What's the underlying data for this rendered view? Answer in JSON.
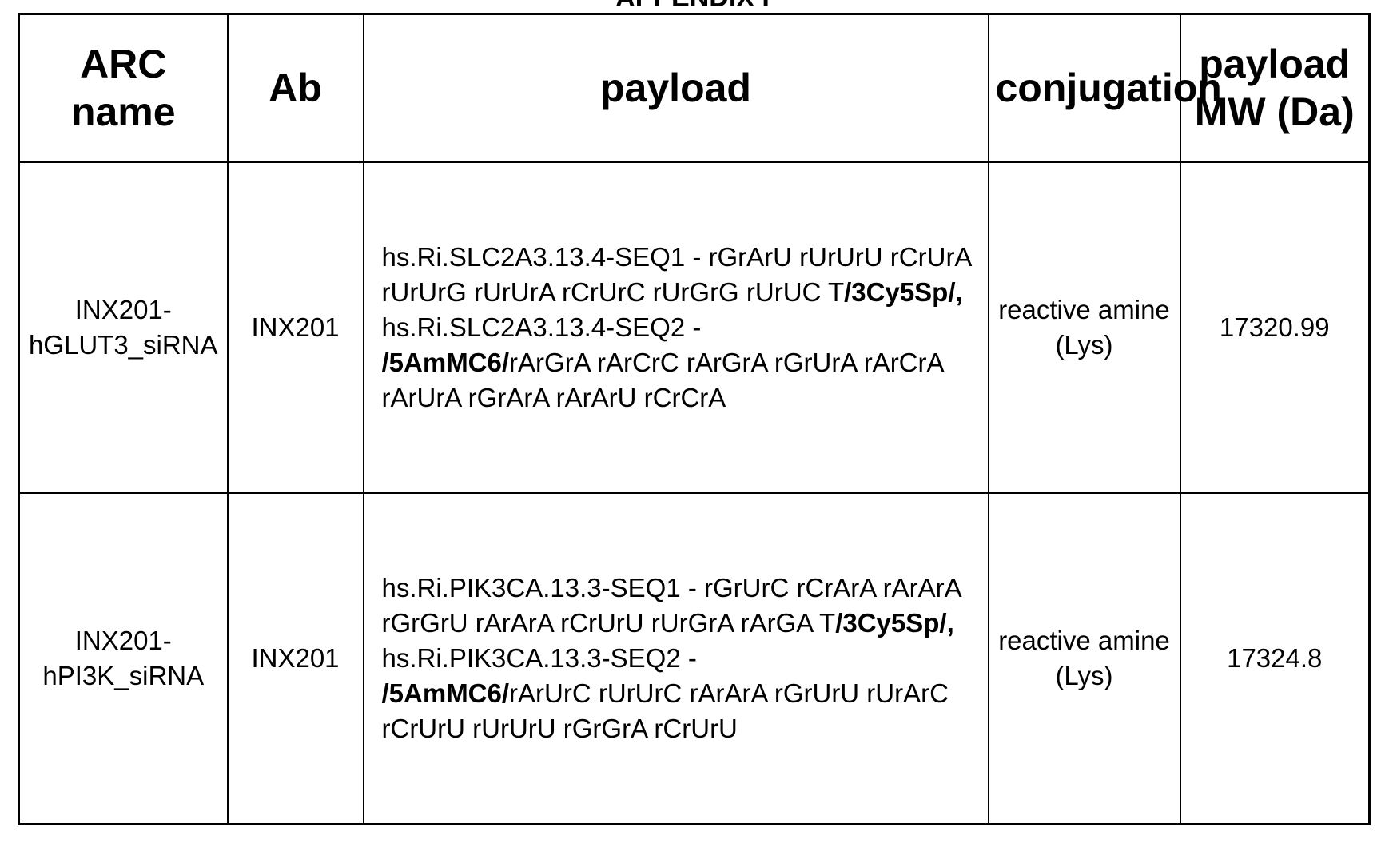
{
  "title": "APPENDIX I",
  "table": {
    "headers": [
      "ARC name",
      "Ab",
      "payload",
      "conjugation",
      "payload MW (Da)"
    ],
    "rows": [
      {
        "arc_name": "INX201-hGLUT3_siRNA",
        "ab": "INX201",
        "payload": {
          "seq1_prefix": "hs.Ri.SLC2A3.13.4-SEQ1 - rGrArU rUrUrU rCrUrA rUrUrG rUrUrA rCrUrC rUrGrG rUrUC T",
          "seq1_mod": "/3Cy5Sp/,",
          "seq2_prefix": "hs.Ri.SLC2A3.13.4-SEQ2 -",
          "seq2_mod": "/5AmMC6/",
          "seq2_rest": "rArGrA rArCrC rArGrA rGrUrA rArCrA rArUrA rGrArA rArArU rCrCrA"
        },
        "conjugation": "reactive amine (Lys)",
        "mw": "17320.99"
      },
      {
        "arc_name": "INX201-hPI3K_siRNA",
        "ab": "INX201",
        "payload": {
          "seq1_prefix": "hs.Ri.PIK3CA.13.3-SEQ1 - rGrUrC rCrArA rArArA rGrGrU rArArA rCrUrU rUrGrA rArGA T",
          "seq1_mod": "/3Cy5Sp/,",
          "seq2_prefix": "hs.Ri.PIK3CA.13.3-SEQ2 -",
          "seq2_mod": "/5AmMC6/",
          "seq2_rest": "rArUrC rUrUrC rArArA rGrUrU rUrArC rCrUrU rUrUrU rGrGrA rCrUrU"
        },
        "conjugation": "reactive amine (Lys)",
        "mw": "17324.8"
      }
    ]
  }
}
